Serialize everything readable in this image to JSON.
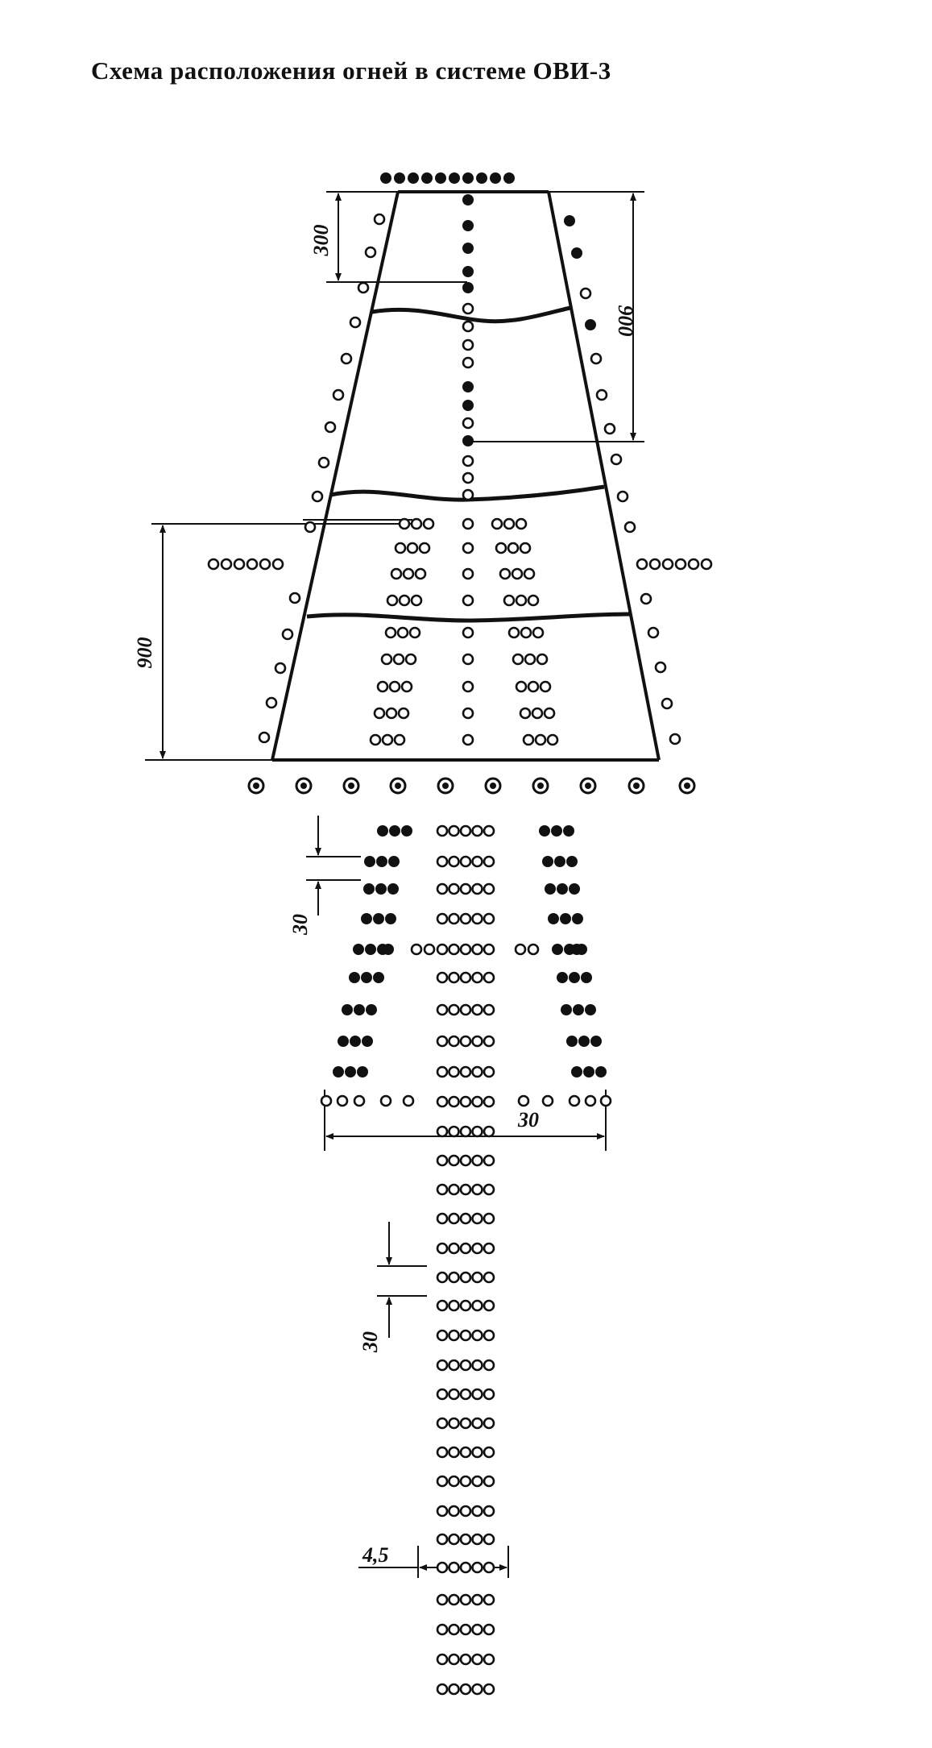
{
  "title": "Схема расположения огней в системе ОВИ-3",
  "dimensions": {
    "top_left_300": "300",
    "top_right_900": "900",
    "mid_left_900": "900",
    "approach_spacing_30": "30",
    "crossbar_width_30": "30",
    "approach_spacing_30_lower": "30",
    "row_spacing_4_5": "4,5"
  },
  "colors": {
    "ink": "#111111",
    "paper": "#ffffff"
  }
}
